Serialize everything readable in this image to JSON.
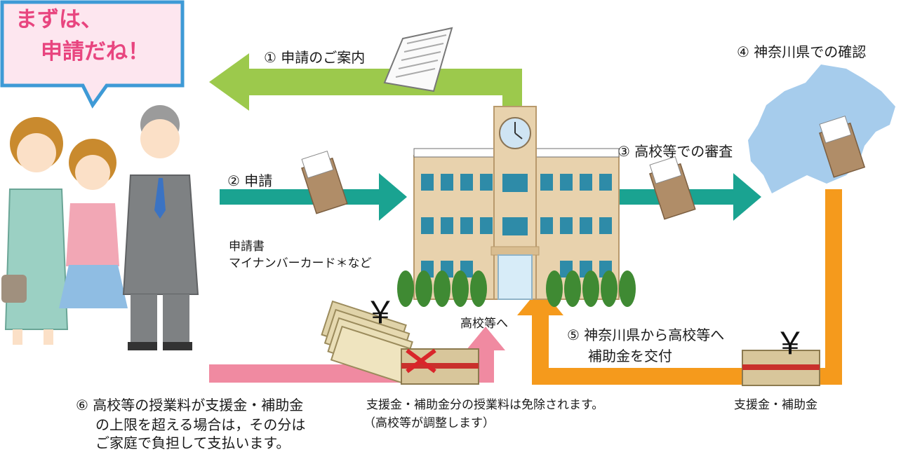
{
  "bubble": {
    "line1": "まずは、",
    "line2": "申請だね！"
  },
  "steps": {
    "s1": "① 申請のご案内",
    "s2": "② 申請",
    "s3": "③ 高校等での審査",
    "s4": "④ 神奈川県での確認",
    "s5_line1": "⑤ 神奈川県から高校等へ",
    "s5_line2": "補助金を交付",
    "s6_line1": "⑥ 高校等の授業料が支援金・補助金",
    "s6_line2": "の上限を超える場合は，その分は",
    "s6_line3": "ご家庭で負担して支払います。"
  },
  "docs": {
    "line1": "申請書",
    "line2": "マイナンバーカード＊など"
  },
  "to_school": "高校等へ",
  "exemption": {
    "line1": "支援金・補助金分の授業料は免除されます。",
    "line2": "（高校等が調整します）"
  },
  "support_label": "支援金・補助金",
  "yen_symbol": "￥",
  "colors": {
    "green": "#9cc94c",
    "teal": "#1aa391",
    "orange": "#f59a1c",
    "pink": "#f08aa1",
    "bubble_border": "#3e9ad6",
    "bubble_fill": "#fde6ef",
    "kanagawa": "#a6ccec"
  }
}
